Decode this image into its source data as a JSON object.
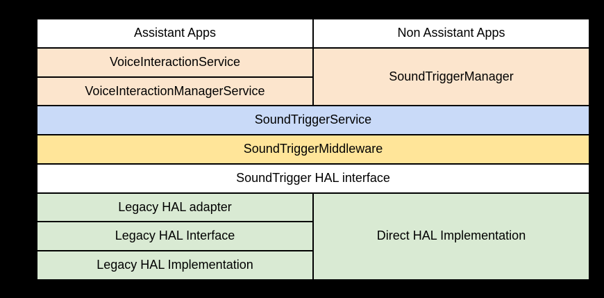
{
  "diagram": {
    "colors": {
      "background": "#000000",
      "border": "#000000",
      "text": "#000000",
      "apps_layer": "#FFFFFF",
      "framework_layer": "#FCE5CD",
      "service_layer": "#C9DAF8",
      "middleware_layer": "#FFE599",
      "hal_interface_layer": "#FFFFFF",
      "hal_layer": "#D9EAD3"
    },
    "cells": {
      "assistant_apps": "Assistant Apps",
      "non_assistant_apps": "Non Assistant Apps",
      "voice_interaction_service": "VoiceInteractionService",
      "voice_interaction_manager_service": "VoiceInteractionManagerService",
      "sound_trigger_manager": "SoundTriggerManager",
      "sound_trigger_service": "SoundTriggerService",
      "sound_trigger_middleware": "SoundTriggerMiddleware",
      "sound_trigger_hal_interface": "SoundTrigger HAL interface",
      "legacy_hal_adapter": "Legacy HAL adapter",
      "legacy_hal_interface": "Legacy HAL Interface",
      "legacy_hal_implementation": "Legacy HAL Implementation",
      "direct_hal_implementation": "Direct HAL Implementation"
    }
  }
}
